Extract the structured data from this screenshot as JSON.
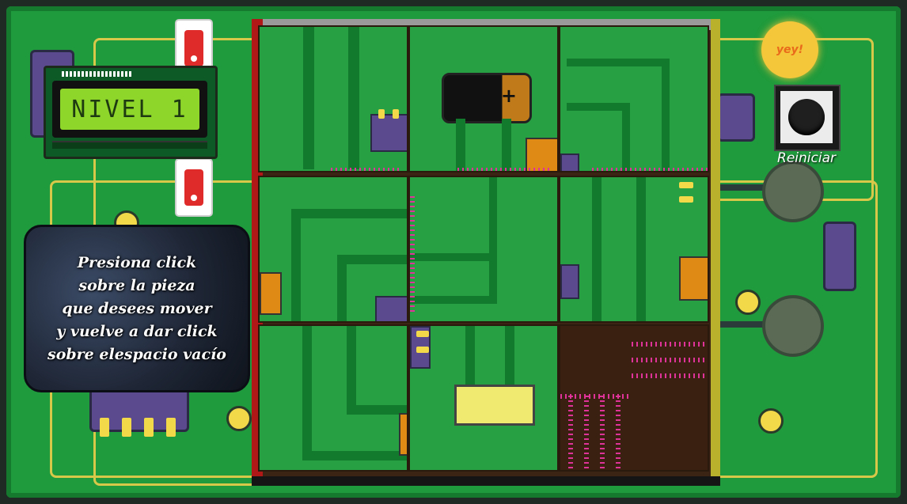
{
  "level": {
    "display": "NIVEL 1"
  },
  "instructions": {
    "text": "Presiona click\nsobre la pieza\nque desees mover\ny vuelve a dar click\nsobre elespacio vacío"
  },
  "reset": {
    "label": "Reiniciar"
  },
  "logo": {
    "text": "yey!"
  },
  "puzzle": {
    "grid": "3x3",
    "empty_tile": 8
  },
  "colors": {
    "board": "#1f9a3c",
    "lcd": "#8fd62a",
    "tile": "#26a043",
    "trace": "#117a2c"
  }
}
